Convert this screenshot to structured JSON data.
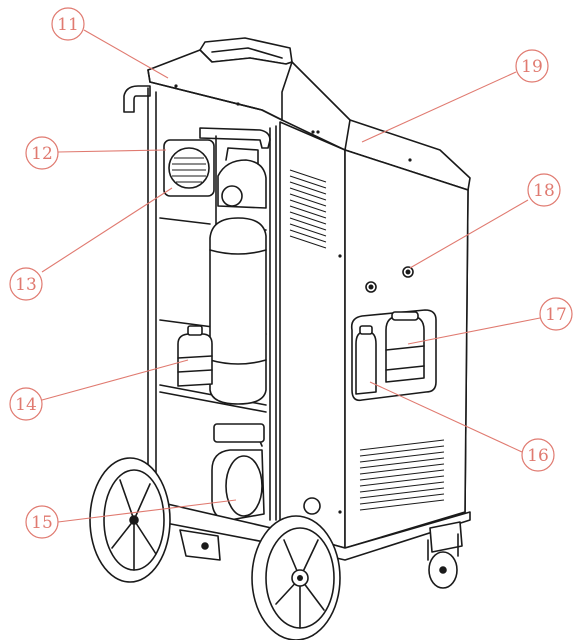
{
  "callouts": [
    {
      "id": "11",
      "label": "11"
    },
    {
      "id": "12",
      "label": "12"
    },
    {
      "id": "13",
      "label": "13"
    },
    {
      "id": "14",
      "label": "14"
    },
    {
      "id": "15",
      "label": "15"
    },
    {
      "id": "16",
      "label": "16"
    },
    {
      "id": "17",
      "label": "17"
    },
    {
      "id": "18",
      "label": "18"
    },
    {
      "id": "19",
      "label": "19"
    }
  ]
}
